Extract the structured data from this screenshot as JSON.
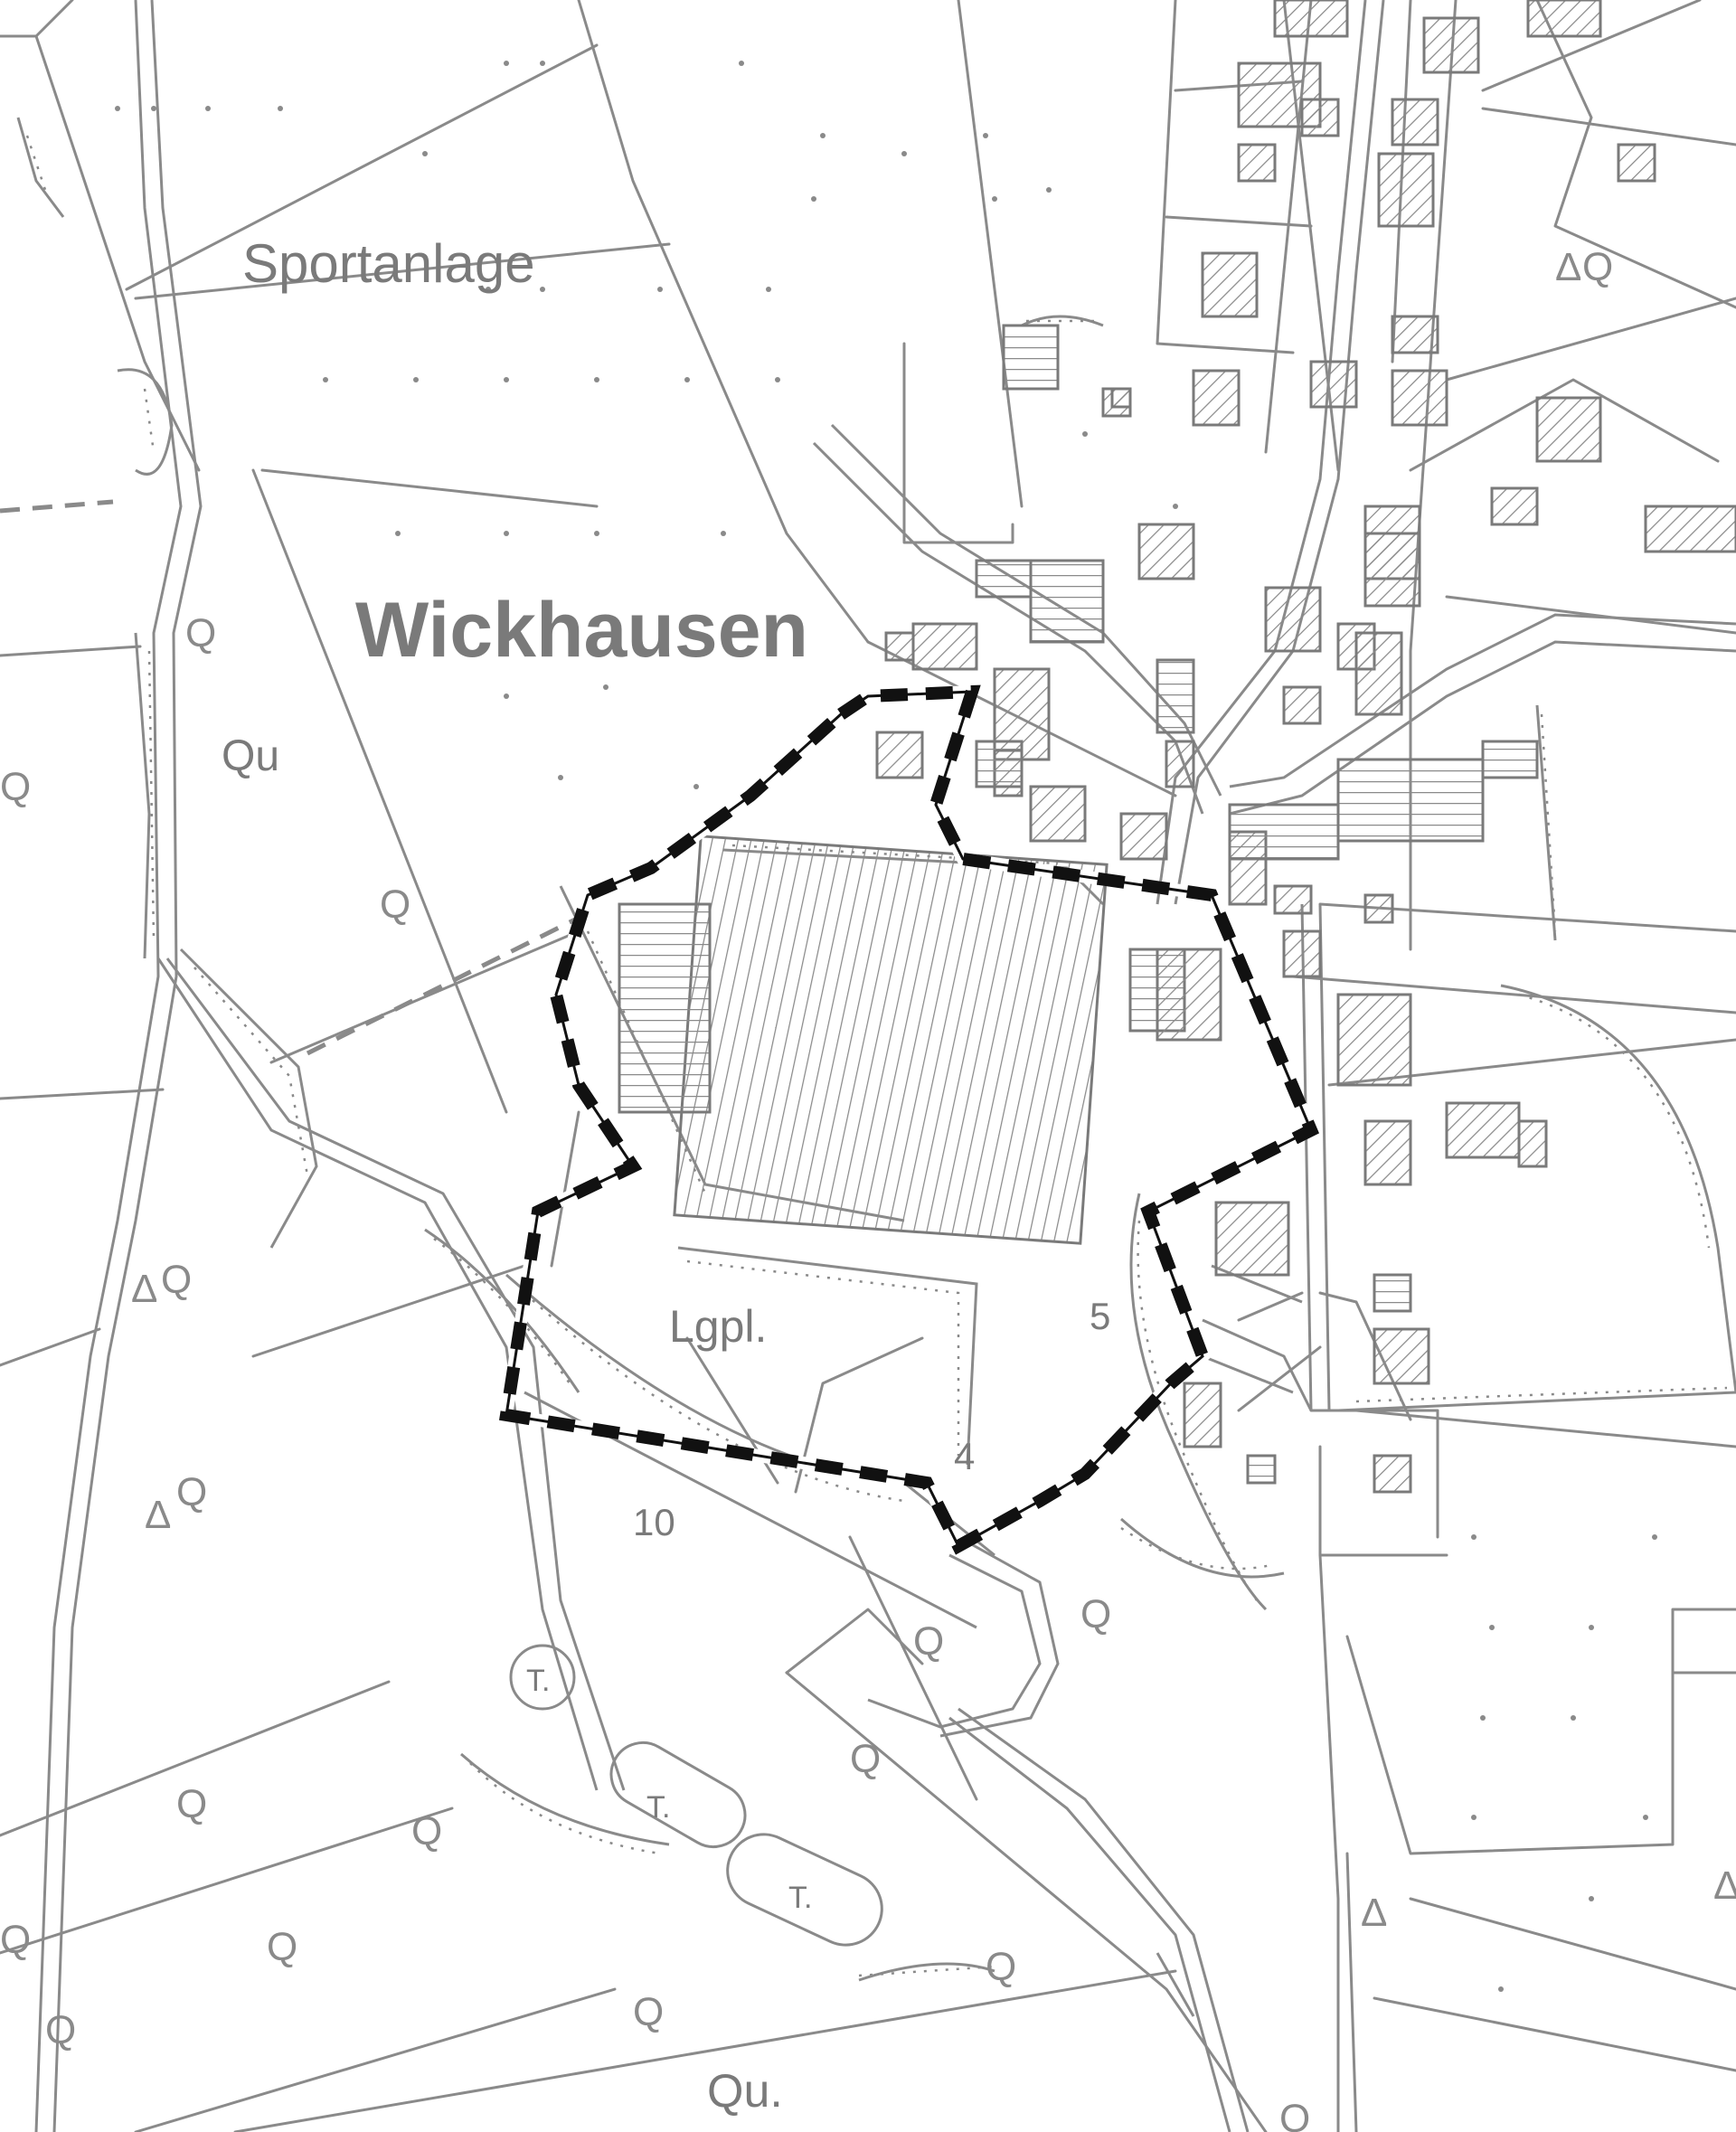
{
  "map": {
    "labels": {
      "place_name": "Wickhausen",
      "sportanlage": "Sportanlage",
      "lgpl": "Lgpl.",
      "qu_1": "Qu",
      "qu_2": "Qu.",
      "height_10": "10",
      "height_5": "5",
      "height_4": "4",
      "tank_1": "T.",
      "tank_2": "T.",
      "tank_3": "T."
    },
    "symbols": {
      "meadow_symbol": "Q",
      "tree_symbol": "Δ"
    },
    "colors": {
      "lines": "#8a8a8a",
      "boundary": "#111111",
      "text": "#7a7a7a",
      "background": "#ffffff"
    }
  }
}
